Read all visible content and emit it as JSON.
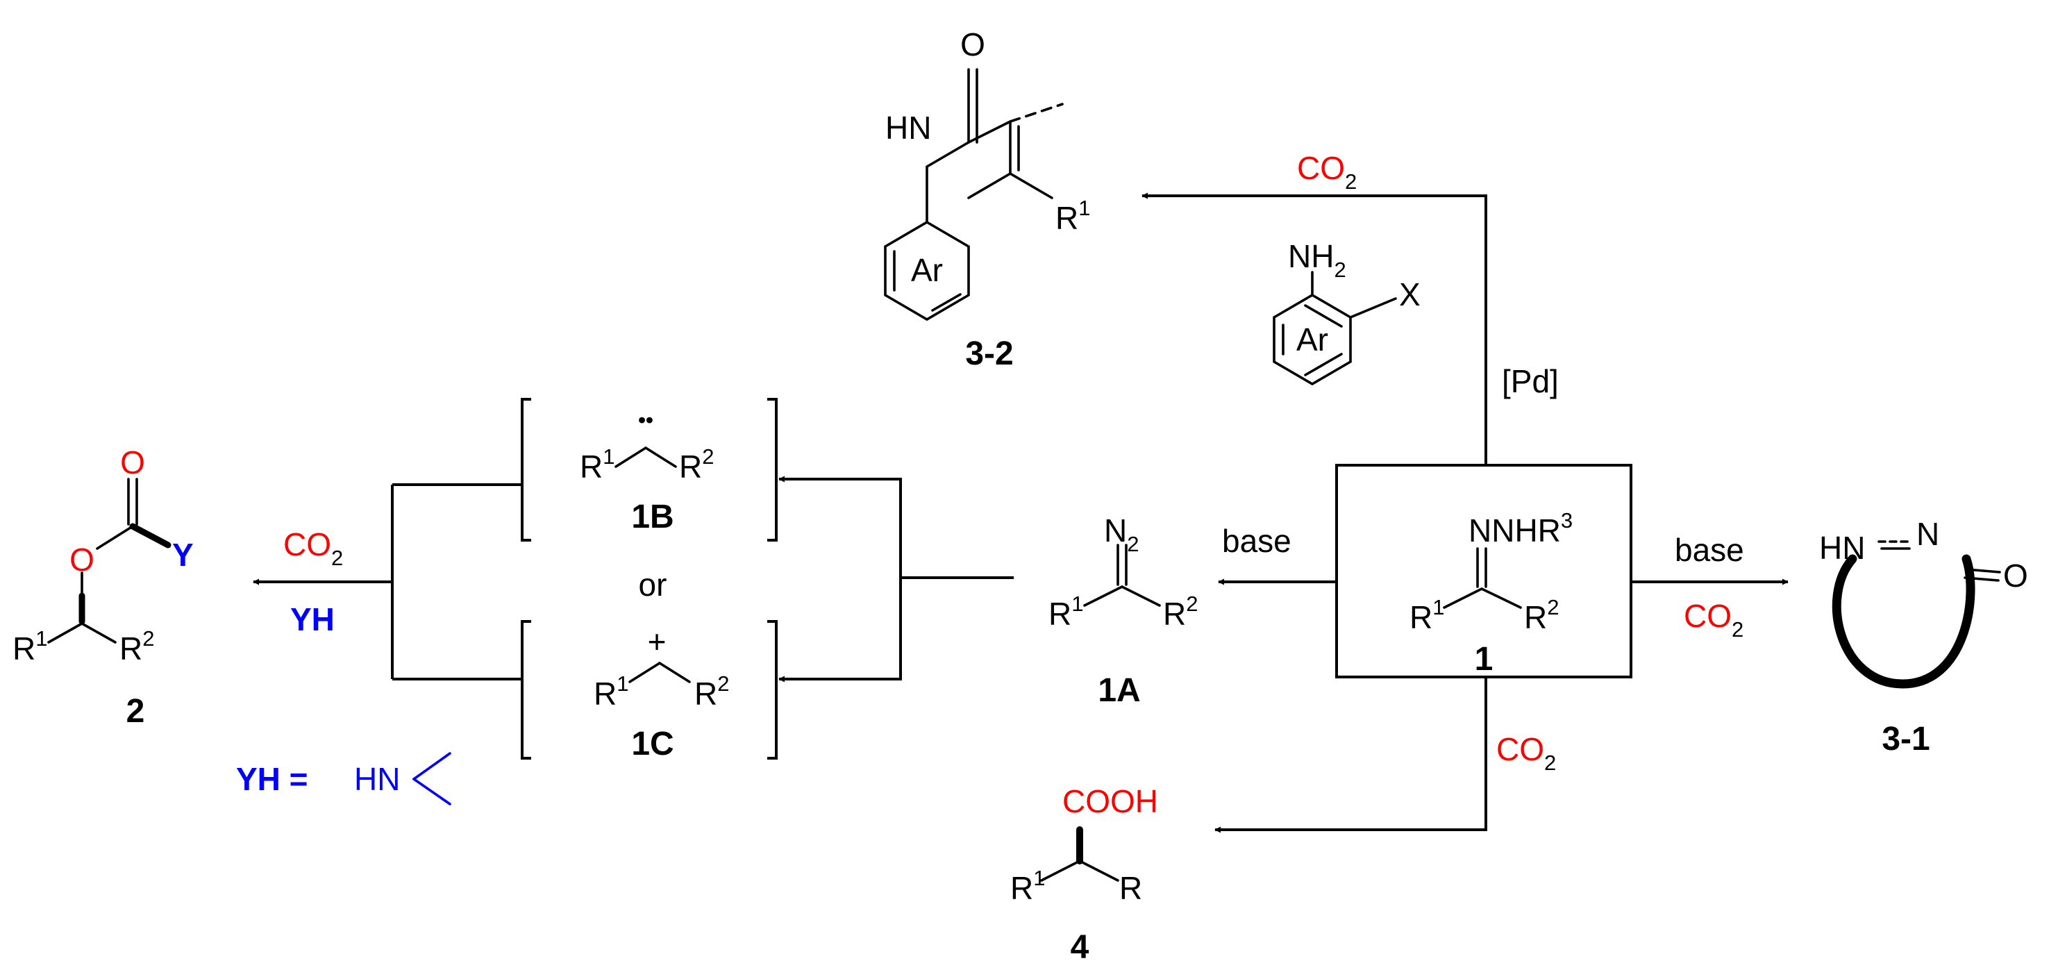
{
  "colors": {
    "black": "#000000",
    "co2_red": "#ff0000",
    "yh_blue": "#0000ff"
  },
  "compounds": {
    "c1": {
      "label": "1",
      "group": "NNHR",
      "group_sup": "3",
      "r1": "R",
      "r1_sup": "1",
      "r2": "R",
      "r2_sup": "2"
    },
    "c1A": {
      "label": "1A",
      "n2": "N",
      "n2_sub": "2",
      "r1": "R",
      "r1_sup": "1",
      "r2": "R",
      "r2_sup": "2"
    },
    "c1B": {
      "label": "1B",
      "dots": "••",
      "r1": "R",
      "r1_sup": "1",
      "r2": "R",
      "r2_sup": "2"
    },
    "c1C": {
      "label": "1C",
      "plus": "+",
      "r1": "R",
      "r1_sup": "1",
      "r2": "R",
      "r2_sup": "2"
    },
    "c2": {
      "label": "2",
      "o_carbonyl": "O",
      "o_ester": "O",
      "y": "Y",
      "r1": "R",
      "r1_sup": "1",
      "r2": "R",
      "r2_sup": "2"
    },
    "c3_1": {
      "label": "3-1",
      "hn": "HN",
      "n": "N",
      "o": "O"
    },
    "c3_2": {
      "label": "3-2",
      "o": "O",
      "hn": "HN",
      "ar": "Ar",
      "r1": "R",
      "r1_sup": "1"
    },
    "c4": {
      "label": "4",
      "acid": "COOH",
      "r1": "R",
      "r1_sup": "1",
      "r": "R"
    },
    "aniline": {
      "nh2": "NH",
      "nh2_sub": "2",
      "x": "X",
      "ar": "Ar"
    }
  },
  "conditions": {
    "co2_top": {
      "main": "CO",
      "sub": "2"
    },
    "pd": "[Pd]",
    "base_left": "base",
    "base_right": "base",
    "co2_right": {
      "main": "CO",
      "sub": "2"
    },
    "co2_bottom": {
      "main": "CO",
      "sub": "2"
    },
    "co2_left": {
      "main": "CO",
      "sub": "2"
    },
    "yh": "YH",
    "or": "or"
  },
  "yh_definition": {
    "label": "YH =",
    "hn": "HN"
  }
}
